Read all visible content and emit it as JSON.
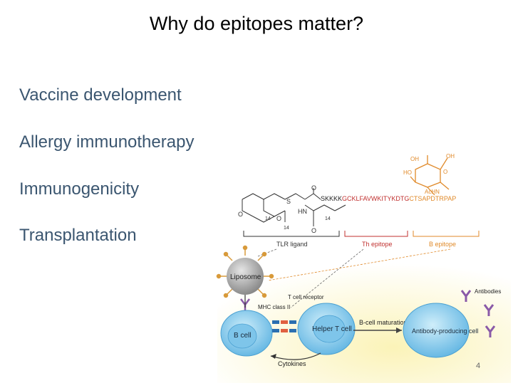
{
  "slide": {
    "title": "Why do epitopes matter?",
    "bullets": [
      "Vaccine development",
      "Allergy immunotherapy",
      "Immunogenicity",
      "Transplantation"
    ],
    "page_number": "4"
  },
  "figure": {
    "sequence_prefix": "SKKKK",
    "th_epitope_seq": "GCKLFAVWKITYKDTG",
    "b_epitope_seq": "CTSAPDTRPAP",
    "section_labels": {
      "tlr": "TLR ligand",
      "th": "Th epitope",
      "b": "B epitope"
    },
    "chem_labels": {
      "oh1": "OH",
      "oh2": "OH",
      "ho": "HO",
      "achn": "AcHN",
      "o_ring": "O",
      "s": "S",
      "hn": "HN",
      "o1": "O",
      "o2": "O",
      "o3": "O",
      "o4": "O",
      "n14a": "14",
      "n14b": "14",
      "n14c": "14"
    },
    "cells": {
      "liposome": "Liposome",
      "bcell": "B cell",
      "helper": "Helper T cell",
      "antibody_cell": "Antibody-producing cell",
      "antibodies": "Antibodies",
      "tcell_receptor": "T cell receptor",
      "mhc": "MHC class II",
      "bcell_maturation": "B-cell maturation",
      "cytokines": "Cytokines"
    }
  }
}
